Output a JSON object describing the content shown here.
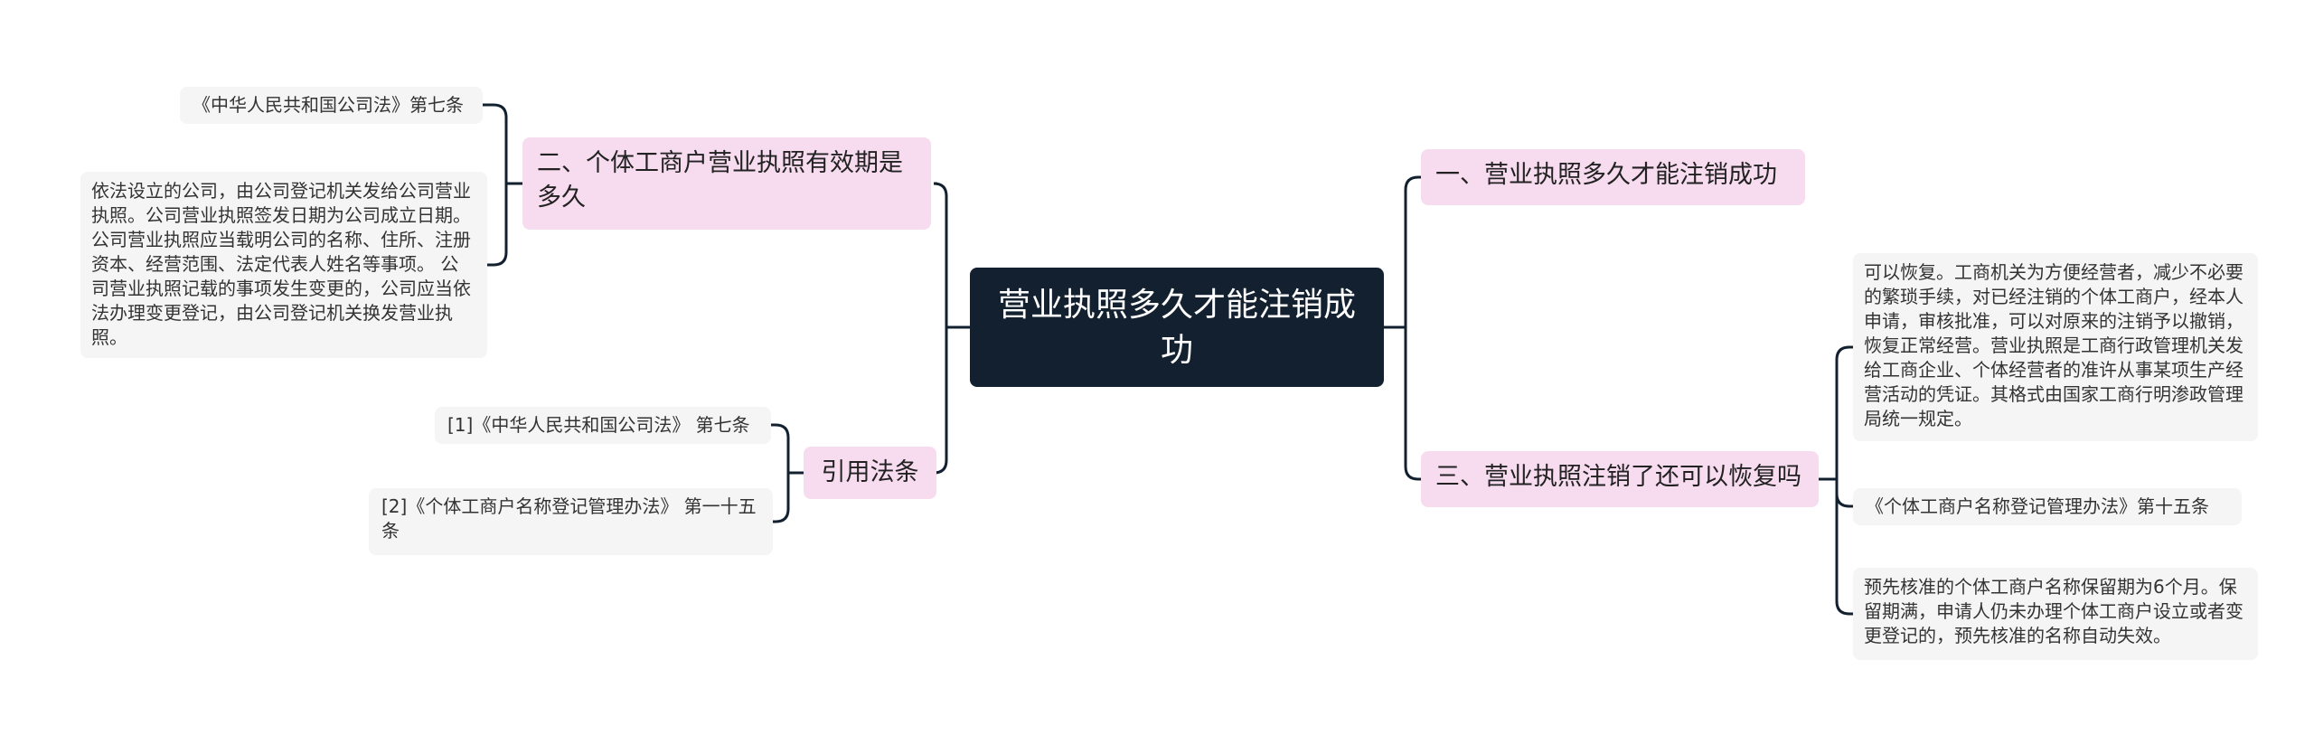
{
  "diagram": {
    "root": {
      "label": "营业执照多久才能注销成功"
    },
    "branches": [
      {
        "id": "b-validity",
        "label": "二、个体工商户营业执照有效期是多久"
      },
      {
        "id": "b-citations",
        "label": "引用法条"
      },
      {
        "id": "b-how-long",
        "label": "一、营业执照多久才能注销成功"
      },
      {
        "id": "b-restore",
        "label": "三、营业执照注销了还可以恢复吗"
      }
    ],
    "leaves": [
      {
        "id": "l-company-law-7",
        "label": "《中华人民共和国公司法》第七条"
      },
      {
        "id": "l-license-issue",
        "label": "依法设立的公司，由公司登记机关发给公司营业执照。公司营业执照签发日期为公司成立日期。 公司营业执照应当载明公司的名称、住所、注册资本、经营范围、法定代表人姓名等事项。 公司营业执照记载的事项发生变更的，公司应当依法办理变更登记，由公司登记机关换发营业执照。"
      },
      {
        "id": "l-cite-1",
        "label": "[1]《中华人民共和国公司法》 第七条"
      },
      {
        "id": "l-cite-2",
        "label": "[2]《个体工商户名称登记管理办法》 第一十五条"
      },
      {
        "id": "l-can-restore",
        "label": "可以恢复。工商机关为方便经营者，减少不必要的繁琐手续，对已经注销的个体工商户，经本人申请，审核批准，可以对原来的注销予以撤销，恢复正常经营。营业执照是工商行政管理机关发给工商企业、个体经营者的准许从事某项生产经营活动的凭证。其格式由国家工商行明渗政管理局统一规定。"
      },
      {
        "id": "l-name-reg-15",
        "label": "《个体工商户名称登记管理办法》第十五条"
      },
      {
        "id": "l-reserve-period",
        "label": "预先核准的个体工商户名称保留期为6个月。保留期满，申请人仍未办理个体工商户设立或者变更登记的，预先核准的名称自动失效。"
      }
    ],
    "edge_color": "#13202f"
  }
}
